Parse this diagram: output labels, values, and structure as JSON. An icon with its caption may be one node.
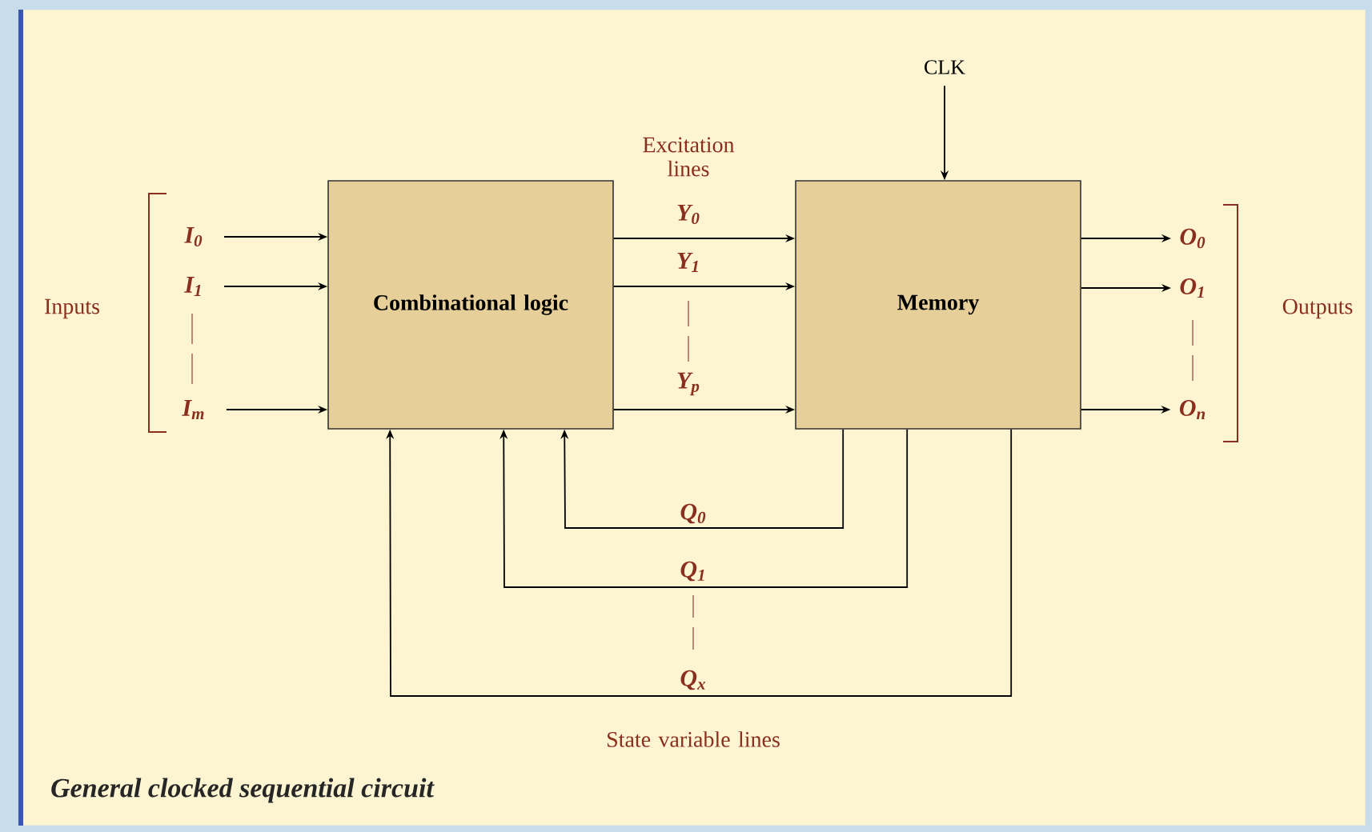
{
  "diagram": {
    "caption": "General clocked sequential circuit",
    "nodes": [
      {
        "text": [
          "Combinational logic"
        ]
      },
      {
        "text": [
          "Memory"
        ]
      },
      {
        "text": [
          "CLK"
        ]
      },
      {
        "text": [
          "I$_{0}$"
        ]
      },
      {
        "text": [
          "I$_{1}$"
        ]
      },
      {
        "text": [
          "I$_{m}$"
        ]
      },
      {
        "text": [
          "O$_{0}$"
        ]
      },
      {
        "text": [
          "O$_{1}$"
        ]
      },
      {
        "text": [
          "O$_{n}$"
        ]
      }
    ],
    "edges": [
      {
        "from": 3,
        "to": 0,
        "arrow": "to"
      },
      {
        "from": 4,
        "to": 0,
        "arrow": "to"
      },
      {
        "from": 5,
        "to": 0,
        "arrow": "to"
      },
      {
        "from": 0,
        "to": 1,
        "arrow": "to",
        "label": "Y$_{0}$"
      },
      {
        "from": 0,
        "to": 1,
        "arrow": "to",
        "label": "Y$_{1}$"
      },
      {
        "from": 0,
        "to": 1,
        "arrow": "to",
        "label": "Y$_{p}$"
      },
      {
        "from": 2,
        "to": 1,
        "arrow": "to"
      },
      {
        "from": 1,
        "to": 6,
        "arrow": "to"
      },
      {
        "from": 1,
        "to": 7,
        "arrow": "to"
      },
      {
        "from": 1,
        "to": 8,
        "arrow": "to"
      },
      {
        "from": 1,
        "to": 0,
        "arrow": "to",
        "label": "Q$_{0}$"
      },
      {
        "from": 1,
        "to": 0,
        "arrow": "to",
        "label": "Q$_{1}$"
      },
      {
        "from": 1,
        "to": 0,
        "arrow": "to",
        "label": "Q$_{x}$"
      }
    ],
    "labels": [
      "Inputs",
      "Excitation lines",
      "Outputs",
      "State variable lines"
    ]
  }
}
